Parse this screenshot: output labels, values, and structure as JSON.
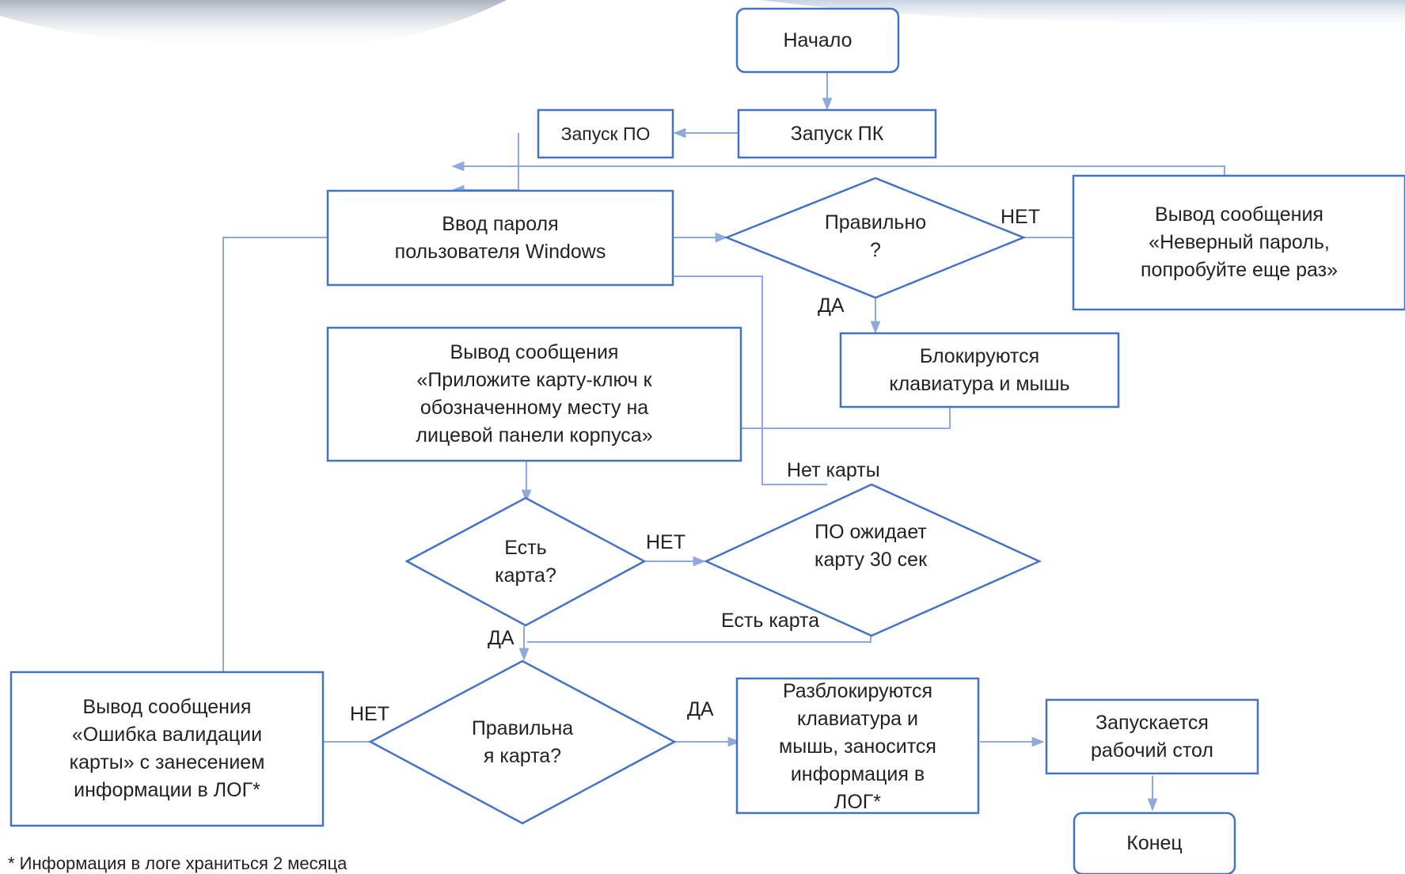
{
  "colors": {
    "shape_stroke": "#4472C4",
    "connector": "#8EA9DB",
    "text": "#222222",
    "background_decor": "#c9d3df"
  },
  "nodes": {
    "start": "Начало",
    "pc_start": "Запуск ПК",
    "po_start": "Запуск ПО",
    "password_input": "Ввод пароля\nпользователя Windows",
    "correct_decision": "Правильно\n?",
    "wrong_password_msg": "Вывод сообщения\n«Неверный пароль,\nпопробуйте еще раз»",
    "lock_devices": "Блокируются\nклавиатура и мышь",
    "attach_card_msg": "Вывод сообщения\n«Приложите карту-ключ к\nобозначенному месту на\nлицевой панели корпуса»",
    "card_present_decision": "Есть\nкарта?",
    "wait_card": "ПО ожидает\nкарту 30 сек",
    "correct_card_decision": "Правильна\nя карта?",
    "validation_error_msg": "Вывод сообщения\n«Ошибка валидации\nкарты» с занесением\nинформации в ЛОГ*",
    "unlock_devices": "Разблокируются\nклавиатура и\nмышь, заносится\nинформация в\nЛОГ*",
    "desktop_start": "Запускается\nрабочий стол",
    "end": "Конец"
  },
  "edge_labels": {
    "correct_no": "НЕТ",
    "correct_yes": "ДА",
    "no_card": "Нет карты",
    "card_present_no": "НЕТ",
    "card_found": "Есть карта",
    "card_present_yes": "ДА",
    "correct_card_no": "НЕТ",
    "correct_card_yes": "ДА"
  },
  "footnote": "* Информация в логе храниться 2 месяца"
}
